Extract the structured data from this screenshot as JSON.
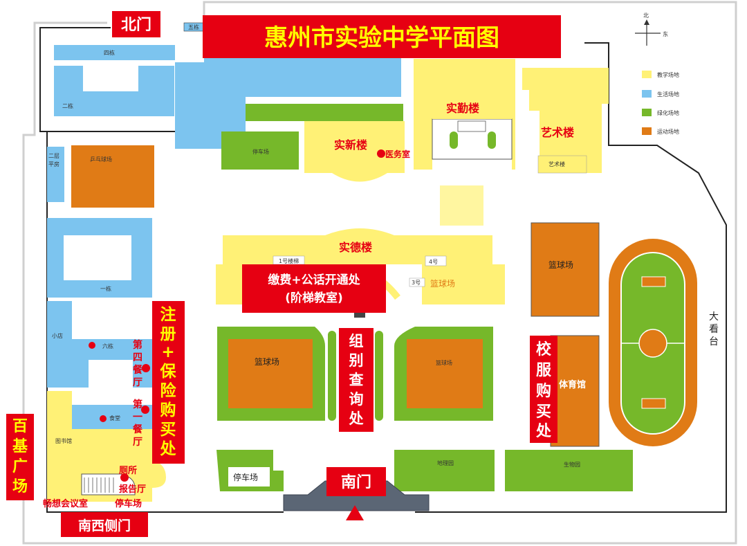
{
  "title": "惠州市实验中学平面图",
  "compass": {
    "north": "北",
    "east": "东"
  },
  "legend": [
    {
      "label": "教学场地",
      "color": "#fff176"
    },
    {
      "label": "生活场地",
      "color": "#7cc4ef"
    },
    {
      "label": "绿化场地",
      "color": "#76b82a"
    },
    {
      "label": "运动场地",
      "color": "#e07b16"
    }
  ],
  "gates": {
    "north": "北门",
    "south": "南门",
    "southwest": "南西侧门",
    "baiji": [
      "百",
      "基",
      "广",
      "场"
    ]
  },
  "buildings": {
    "wudong": "五栋",
    "sidong": "四栋",
    "erdong": "二栋",
    "erceng_pingfang": [
      "二层",
      "平房"
    ],
    "yidong": "一栋",
    "xiaodian": "小店",
    "liudong": "六栋",
    "shitang": "食堂",
    "tushuguan": "图书馆",
    "pingpang": "乒乓球场",
    "tingche_north": "停车场",
    "shixin": "实新楼",
    "yiwushi": "医务室",
    "shiqin": "实勤楼",
    "yishu": "艺术楼",
    "yishu_small": "艺术楼",
    "shide": "实德楼",
    "hao1": "1号楼梯",
    "hao3": "3号",
    "hao4": "4号",
    "lanqiu_yellow": "篮球场",
    "lanqiu_east": "篮球场",
    "lanqiu_left": "篮球场",
    "lanqiu_right": "篮球场",
    "tiyuguan": "体育馆",
    "daikantai": [
      "大",
      "看",
      "台"
    ],
    "diliyuan": "地理园",
    "shengwuyuan": "生物园",
    "tingche_south": "停车场",
    "cesuo": "厕所",
    "baogaoting": "报告厅",
    "tingche_sw": "停车场",
    "changxiang": "畅想会议室"
  },
  "service_points": {
    "jiaofei": [
      "缴费+公话开通处",
      "(阶梯教室)"
    ],
    "zubie": [
      "组",
      "别",
      "查",
      "询",
      "处"
    ],
    "xiaofu": [
      "校",
      "服",
      "购",
      "买",
      "处"
    ],
    "zhuce": [
      "注",
      "册",
      "+",
      "保",
      "险",
      "购",
      "买",
      "处"
    ],
    "disi": [
      "第",
      "四",
      "餐",
      "厅"
    ],
    "diyi": [
      "第",
      "一",
      "餐",
      "厅"
    ]
  }
}
